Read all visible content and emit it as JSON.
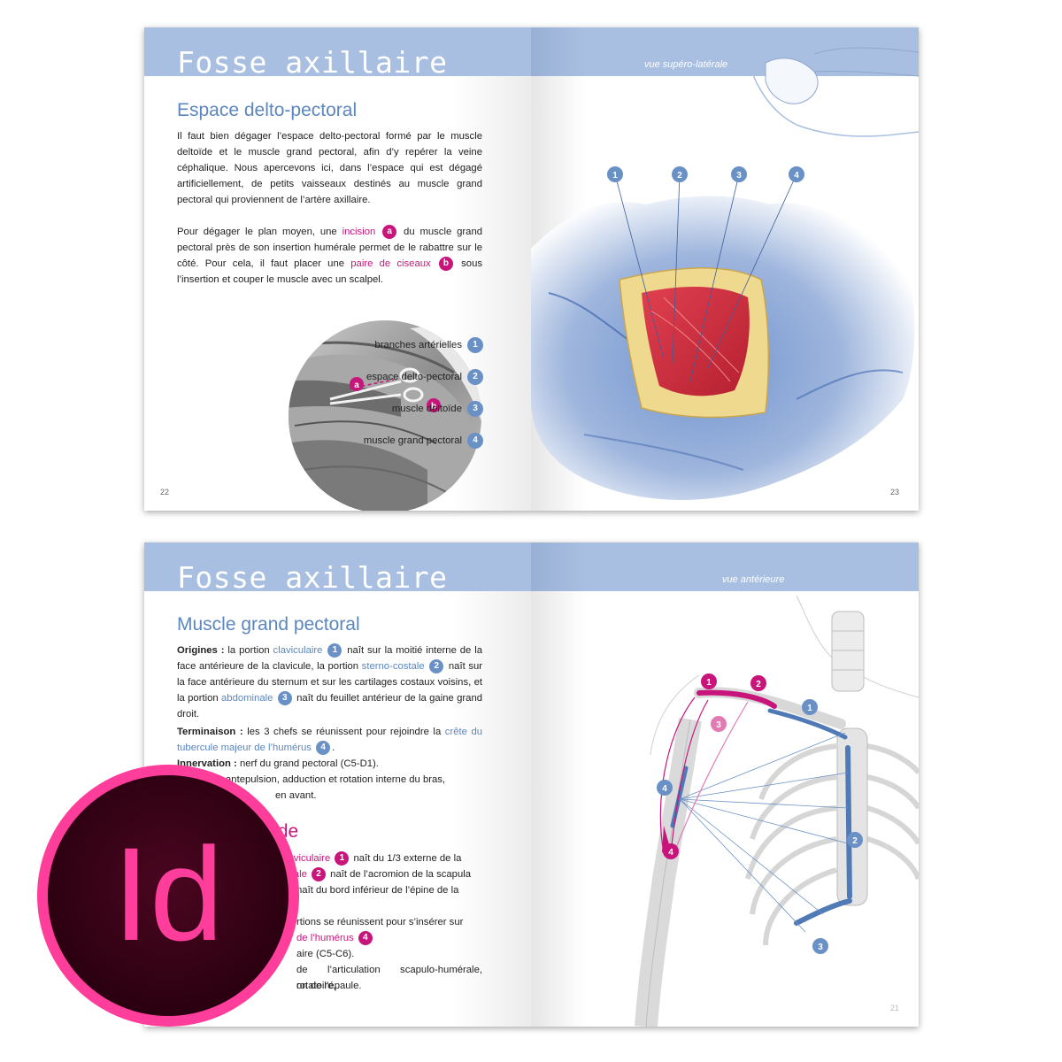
{
  "top_spread": {
    "header": "Fosse axillaire",
    "view_label": "vue supéro-latérale",
    "section_title": "Espace delto-pectoral",
    "paragraph1": "Il faut bien dégager l’espace delto-pectoral formé par le muscle deltoïde et le muscle grand pectoral, afin d’y repérer la veine céphalique. Nous apercevons ici, dans l’espace qui est dégagé artificiellement, de petits vaisseaux destinés au muscle grand pectoral qui proviennent de l’artère axillaire.",
    "paragraph2": {
      "t1": "Pour dégager le plan moyen, une",
      "incision": "incision",
      "badge_a": "a",
      "t2": "du muscle grand pectoral près de son insertion humérale permet de le rabattre sur le côté. Pour cela, il faut placer une",
      "scissors": "paire de ciseaux",
      "badge_b": "b",
      "t3": "sous l’insertion et couper le muscle avec un scalpel."
    },
    "legend": [
      {
        "label": "branches artérielles",
        "num": "1"
      },
      {
        "label": "espace delto-pectoral",
        "num": "2"
      },
      {
        "label": "muscle deltoïde",
        "num": "3"
      },
      {
        "label": "muscle grand pectoral",
        "num": "4"
      }
    ],
    "callouts": [
      "1",
      "2",
      "3",
      "4"
    ],
    "inset_labels": [
      "a",
      "b"
    ],
    "page_left": "22",
    "page_right": "23"
  },
  "bottom_spread": {
    "header": "Fosse axillaire",
    "view_label": "vue antérieure",
    "section_title": "Muscle grand pectoral",
    "origines": {
      "label": "Origines :",
      "t1": "la portion",
      "claviculaire": "claviculaire",
      "n1": "1",
      "t2": "naît sur la moitié interne de la face antérieure de la clavicule, la portion",
      "sterno": "sterno-costale",
      "n2": "2",
      "t3": "naît sur la face antérieure du sternum et sur les cartilages costaux voisins, et la portion",
      "abdominale": "abdominale",
      "n3": "3",
      "t4": "naît du feuillet antérieur de la gaine grand droit."
    },
    "terminaison": {
      "label": "Terminaison :",
      "t1": "les 3 chefs se réunissent pour rejoindre la",
      "crete": "crête du tubercule majeur de l’humérus",
      "n4": "4",
      "t2": "."
    },
    "innervation": {
      "label": "Innervation :",
      "text": "nerf du grand pectoral (C5-D1)."
    },
    "action_text": "antepulsion, adduction et rotation interne du bras,",
    "action_text2": "en avant.",
    "section2_fragment": "ïde",
    "deltoid_lines": [
      {
        "a": "laviculaire",
        "n": "1",
        "b": "naît du 1/3 externe de la"
      },
      {
        "a": "niale",
        "n": "2",
        "b": "naît de l’acromion de la scapula"
      },
      {
        "a": "",
        "n": "",
        "b": "naît du bord inférieur de l’épine de la"
      }
    ],
    "deltoid_term": "rtions se réunissent pour s’insérer sur",
    "deltoid_term2": "de l’humérus",
    "deltoid_term2_n": "4",
    "deltoid_innerv": "aire (C5-C6).",
    "deltoid_action": "de l’articulation scapulo-humérale, rotatoire,",
    "deltoid_action2": "on de l’épaule.",
    "callouts_pink": [
      "1",
      "2",
      "3",
      "4"
    ],
    "callouts_blue": [
      "1",
      "4",
      "2",
      "3"
    ],
    "page_right": "21"
  },
  "logo": {
    "text": "Id",
    "name": "Adobe InDesign"
  },
  "colors": {
    "band": "#a9bfe1",
    "title_blue": "#5b86bf",
    "pink": "#c8157c",
    "logo_pink": "#ff3d9a",
    "logo_dark": "#3a0418"
  }
}
